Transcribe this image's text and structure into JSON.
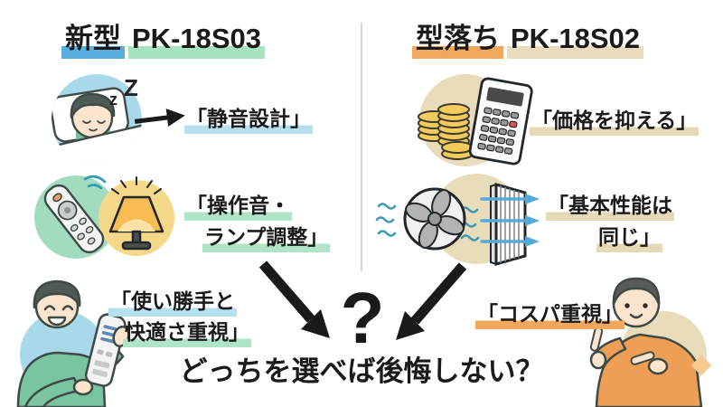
{
  "meta": {
    "background": "#ffffff"
  },
  "colors": {
    "text": "#1a1a1a",
    "accent_blue": "#58aede",
    "accent_green": "#a6e4c0",
    "accent_orange": "#f2a85c",
    "accent_tan": "#e8dcbc",
    "band_light_blue": "#b5e0ee",
    "band_light_green": "#b0e4c6",
    "band_tan": "#e6d9b6",
    "circle_blue": "#a8d9ea",
    "circle_green": "#a2dcc0",
    "circle_yellow": "#f6d88a",
    "circle_tan": "#e9dcba"
  },
  "left_panel": {
    "title": {
      "tag": "新型",
      "model": "PK-18S03"
    },
    "sleep_zzz": {
      "small": "z",
      "large": "Z"
    },
    "quiet_label": "「静音設計」",
    "controls_label": {
      "line1": "「操作音・",
      "line2": "ランプ調整」"
    },
    "persona": {
      "line1": "「使い勝手と",
      "line2": "快適さ重視」"
    }
  },
  "right_panel": {
    "title": {
      "tag": "型落ち",
      "model": "PK-18S02"
    },
    "price_label": "「価格を抑える」",
    "basic_label": {
      "line1": "「基本性能は",
      "line2": "同じ」"
    },
    "persona": "「コスパ重視」"
  },
  "center": {
    "question_mark": "?",
    "question": "どっちを選べば後悔しない？"
  }
}
